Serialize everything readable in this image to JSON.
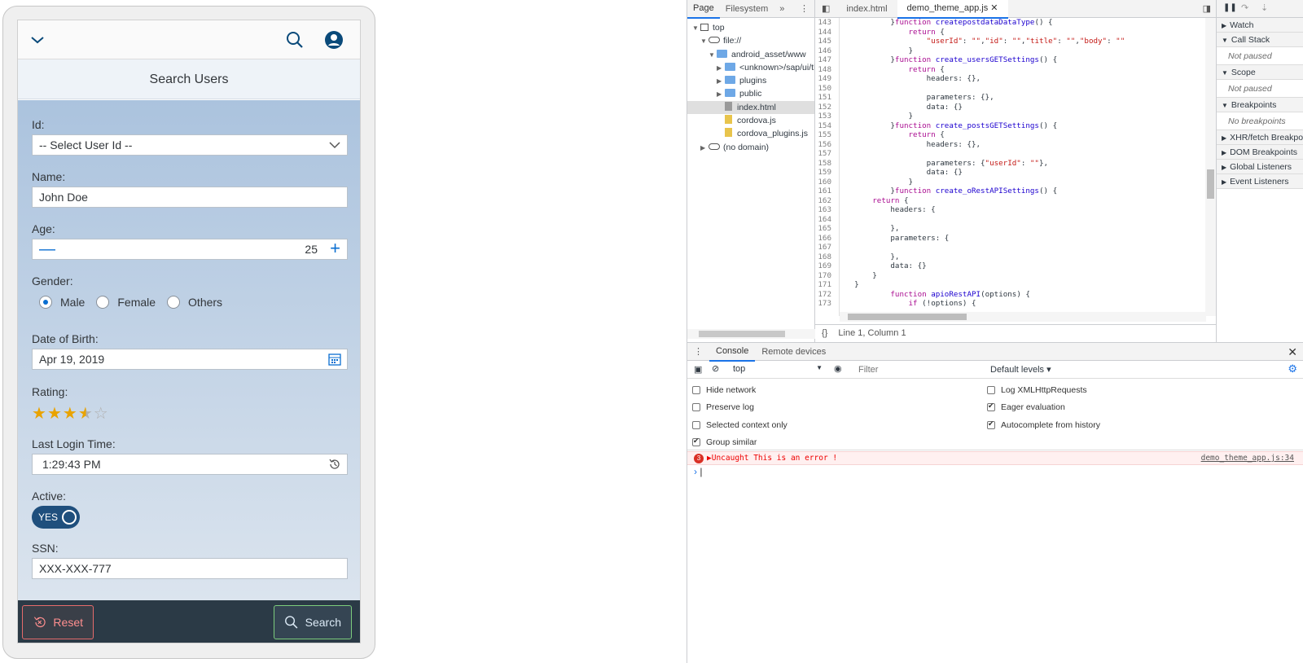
{
  "app": {
    "title": "Search Users",
    "form": {
      "id_label": "Id:",
      "id_value": "-- Select User Id --",
      "name_label": "Name:",
      "name_value": "John Doe",
      "age_label": "Age:",
      "age_value": "25",
      "gender_label": "Gender:",
      "gender_options": [
        "Male",
        "Female",
        "Others"
      ],
      "gender_selected": "Male",
      "dob_label": "Date of Birth:",
      "dob_value": "Apr 19, 2019",
      "rating_label": "Rating:",
      "rating_value": 3.5,
      "rating_max": 5,
      "login_label": "Last Login Time:",
      "login_value": "1:29:43 PM",
      "active_label": "Active:",
      "active_value": "YES",
      "ssn_label": "SSN:",
      "ssn_value": "XXX-XXX-777"
    },
    "footer": {
      "reset_label": "Reset",
      "search_label": "Search"
    },
    "colors": {
      "accent": "#0a6ed1",
      "toggle": "#1f4f7d",
      "footer": "#2b3a46",
      "reset": "#e66b6b",
      "search": "#7ccc7c",
      "star": "#e9a300"
    }
  },
  "devtools": {
    "nav_tabs": [
      "Page",
      "Filesystem"
    ],
    "tree": [
      {
        "label": "top",
        "type": "frame",
        "indent": 0,
        "open": true
      },
      {
        "label": "file://",
        "type": "cloud",
        "indent": 1,
        "open": true
      },
      {
        "label": "android_asset/www",
        "type": "folder",
        "indent": 2,
        "open": true
      },
      {
        "label": "<unknown>/sap/ui/th",
        "type": "folder",
        "indent": 3,
        "open": false
      },
      {
        "label": "plugins",
        "type": "folder",
        "indent": 3,
        "open": false
      },
      {
        "label": "public",
        "type": "folder",
        "indent": 3,
        "open": false
      },
      {
        "label": "index.html",
        "type": "html",
        "indent": 3,
        "selected": true
      },
      {
        "label": "cordova.js",
        "type": "file",
        "indent": 3
      },
      {
        "label": "cordova_plugins.js",
        "type": "file",
        "indent": 3
      },
      {
        "label": "(no domain)",
        "type": "cloud",
        "indent": 1,
        "open": false
      }
    ],
    "editor_tabs": [
      "index.html",
      "demo_theme_app.js"
    ],
    "code_lines": [
      {
        "n": "143",
        "t": "            }function createpostdataDataType() {"
      },
      {
        "n": "144",
        "t": "                return {"
      },
      {
        "n": "145",
        "t": "                    \"userId\": \"\",\"id\": \"\",\"title\": \"\",\"body\": \"\""
      },
      {
        "n": "146",
        "t": "                }"
      },
      {
        "n": "147",
        "t": "            }function create_usersGETSettings() {"
      },
      {
        "n": "148",
        "t": "                return {"
      },
      {
        "n": "149",
        "t": "                    headers: {},"
      },
      {
        "n": "150",
        "t": ""
      },
      {
        "n": "151",
        "t": "                    parameters: {},"
      },
      {
        "n": "152",
        "t": "                    data: {}"
      },
      {
        "n": "153",
        "t": "                }"
      },
      {
        "n": "154",
        "t": "            }function create_postsGETSettings() {"
      },
      {
        "n": "155",
        "t": "                return {"
      },
      {
        "n": "156",
        "t": "                    headers: {},"
      },
      {
        "n": "157",
        "t": ""
      },
      {
        "n": "158",
        "t": "                    parameters: {\"userId\": \"\"},"
      },
      {
        "n": "159",
        "t": "                    data: {}"
      },
      {
        "n": "160",
        "t": "                }"
      },
      {
        "n": "161",
        "t": "            }function create_oRestAPISettings() {"
      },
      {
        "n": "162",
        "t": "        return {"
      },
      {
        "n": "163",
        "t": "            headers: {"
      },
      {
        "n": "164",
        "t": ""
      },
      {
        "n": "165",
        "t": "            },"
      },
      {
        "n": "166",
        "t": "            parameters: {"
      },
      {
        "n": "167",
        "t": ""
      },
      {
        "n": "168",
        "t": "            },"
      },
      {
        "n": "169",
        "t": "            data: {}"
      },
      {
        "n": "170",
        "t": "        }"
      },
      {
        "n": "171",
        "t": "    }"
      },
      {
        "n": "172",
        "t": "            function apioRestAPI(options) {"
      },
      {
        "n": "173",
        "t": "                if (!options) {"
      }
    ],
    "cursor_position": "Line 1, Column 1",
    "side_panes": [
      {
        "title": "Watch",
        "open": false
      },
      {
        "title": "Call Stack",
        "open": true,
        "body": "Not paused"
      },
      {
        "title": "Scope",
        "open": true,
        "body": "Not paused"
      },
      {
        "title": "Breakpoints",
        "open": true,
        "body": "No breakpoints"
      },
      {
        "title": "XHR/fetch Breakpoints",
        "open": false
      },
      {
        "title": "DOM Breakpoints",
        "open": false
      },
      {
        "title": "Global Listeners",
        "open": false
      },
      {
        "title": "Event Listeners",
        "open": false
      }
    ],
    "drawer_tabs": [
      "Console",
      "Remote devices"
    ],
    "context": "top",
    "filter_placeholder": "Filter",
    "levels": "Default levels ▾",
    "settings_left": [
      {
        "label": "Hide network",
        "checked": false
      },
      {
        "label": "Preserve log",
        "checked": false
      },
      {
        "label": "Selected context only",
        "checked": false
      },
      {
        "label": "Group similar",
        "checked": true
      }
    ],
    "settings_right": [
      {
        "label": "Log XMLHttpRequests",
        "checked": false
      },
      {
        "label": "Eager evaluation",
        "checked": true
      },
      {
        "label": "Autocomplete from history",
        "checked": true
      }
    ],
    "error": {
      "count": "3",
      "message": "▶Uncaught This is an error !",
      "source": "demo_theme_app.js:34"
    }
  }
}
